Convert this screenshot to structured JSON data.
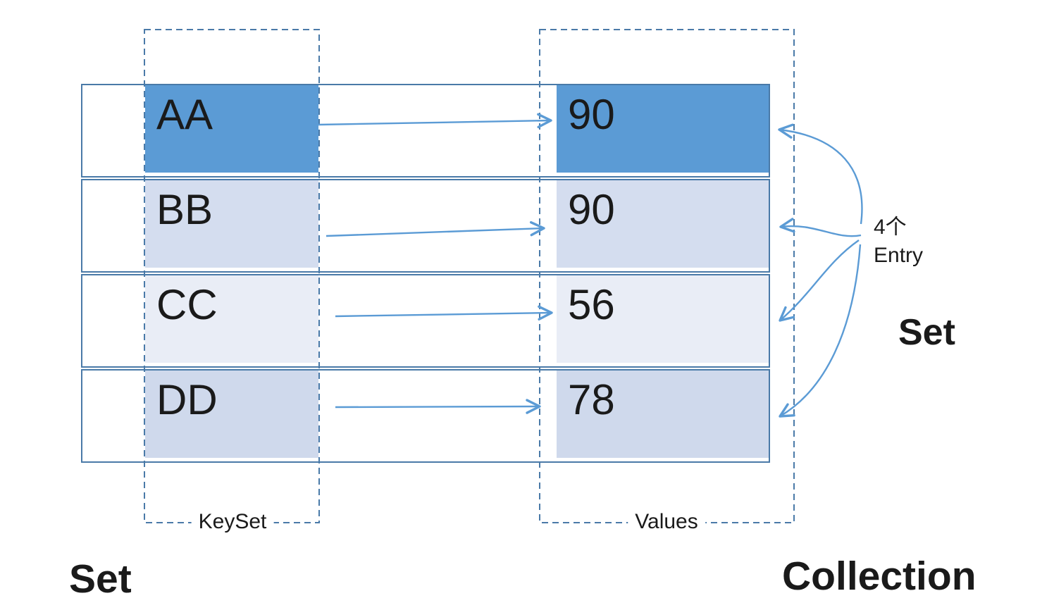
{
  "map": {
    "rows": [
      {
        "key": "AA",
        "value": "90",
        "fill": "#5b9bd5"
      },
      {
        "key": "BB",
        "value": "90",
        "fill": "#d4ddef"
      },
      {
        "key": "CC",
        "value": "56",
        "fill": "#e9edf6"
      },
      {
        "key": "DD",
        "value": "78",
        "fill": "#cfd9ec"
      }
    ],
    "keyset_label": "KeySet",
    "values_label": "Values",
    "annotation": {
      "line1": "4个",
      "line2": "Entry"
    },
    "right_label": "Set",
    "bottom_left_label": "Set",
    "bottom_right_label": "Collection"
  },
  "colors": {
    "accent_blue": "#5b9bd5",
    "border_blue": "#4a7aa8",
    "arrow_blue": "#5b9bd5",
    "row_fills": [
      "#5b9bd5",
      "#d4ddef",
      "#e9edf6",
      "#cfd9ec"
    ],
    "text_black": "#1a1a1a"
  }
}
